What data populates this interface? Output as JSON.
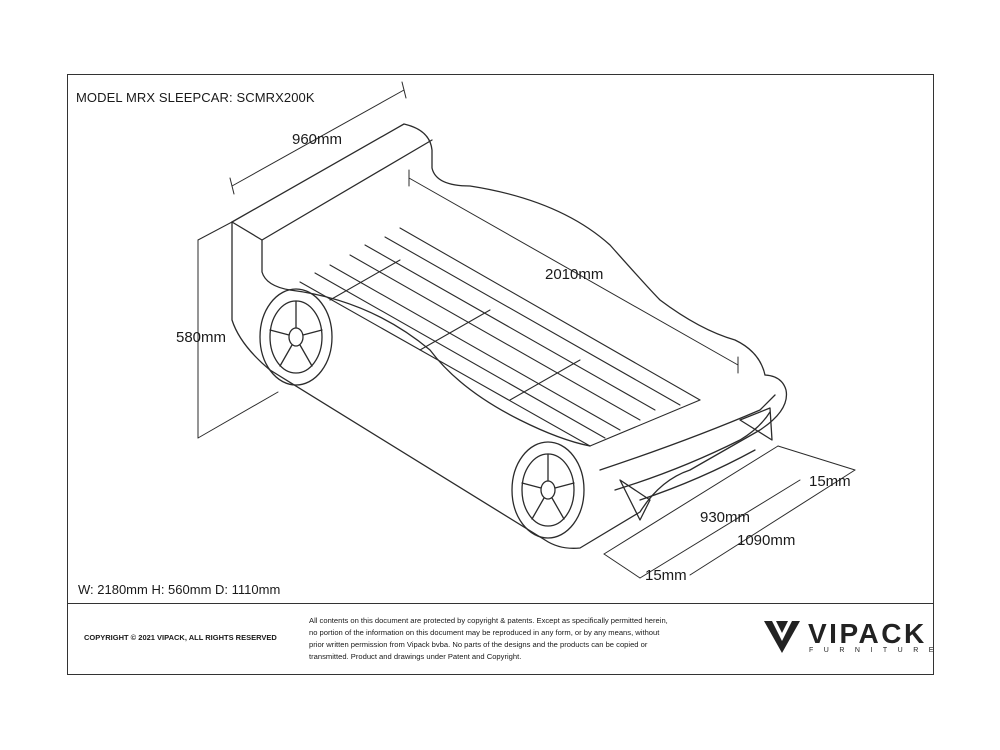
{
  "title": "MODEL MRX SLEEPCAR: SCMRX200K",
  "dimensions": {
    "width_top": "960mm",
    "length": "2010mm",
    "height": "580mm",
    "edge_right": "15mm",
    "inner_width": "930mm",
    "outer_width": "1090mm",
    "edge_bottom": "15mm"
  },
  "summary": "W: 2180mm H: 560mm D: 1110mm",
  "footer": {
    "copyright": "COPYRIGHT © 2021 VIPACK, ALL RIGHTS RESERVED",
    "legal_lines": [
      "All contents on this document are protected by copyright & patents. Except as specifically permitted herein,",
      "no portion of the information on this document may be reproduced in any form, or by any means, without",
      "prior written permission from Vipack bvba. No parts of the designs and the products can be copied or",
      "transmitted. Product and drawings under Patent and Copyright."
    ],
    "logo": {
      "name": "VIPACK",
      "sub": "FURNITURE",
      "icon": "vipack-v-logo-icon"
    }
  },
  "colors": {
    "line": "#2b2b2b",
    "paper": "#ffffff"
  }
}
